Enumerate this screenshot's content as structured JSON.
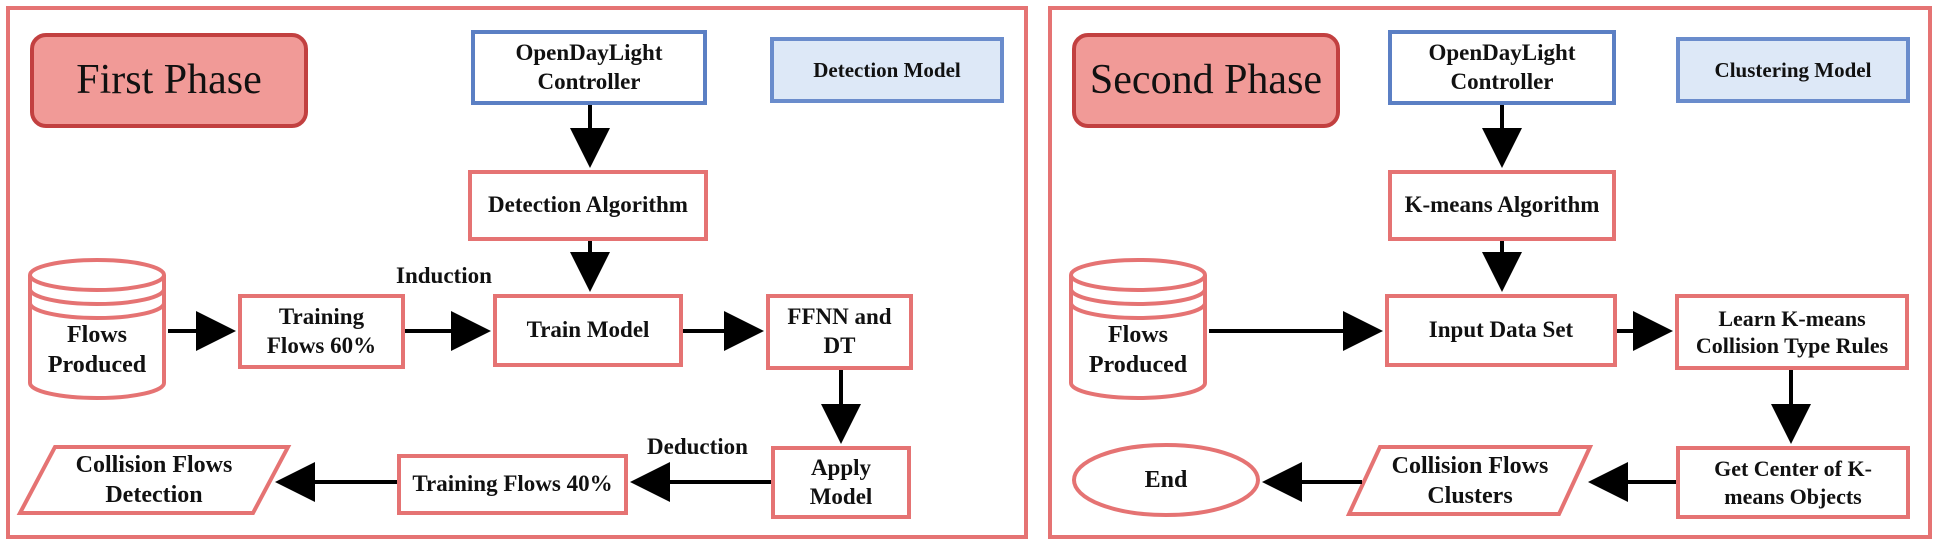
{
  "phase1": {
    "title": "First Phase",
    "controller": "OpenDayLight\nController",
    "model": "Detection Model",
    "algorithm": "Detection Algorithm",
    "flows": "Flows\nProduced",
    "training60": "Training\nFlows 60%",
    "induction": "Induction",
    "train_model": "Train Model",
    "ffnn": "FFNN and\nDT",
    "deduction": "Deduction",
    "apply": "Apply\nModel",
    "training40": "Training Flows 40%",
    "collision": "Collision Flows\nDetection"
  },
  "phase2": {
    "title": "Second Phase",
    "controller": "OpenDayLight\nController",
    "model": "Clustering Model",
    "algorithm": "K-means Algorithm",
    "flows": "Flows\nProduced",
    "input": "Input Data Set",
    "learn": "Learn K-means\nCollision Type Rules",
    "center": "Get Center of  K-\nmeans Objects",
    "clusters": "Collision Flows\nClusters",
    "end": "End"
  },
  "colors": {
    "border_red": "#e57373",
    "border_blue": "#5b7fc4",
    "title_fill": "#f19a97",
    "model_fill": "#dde8f7"
  }
}
